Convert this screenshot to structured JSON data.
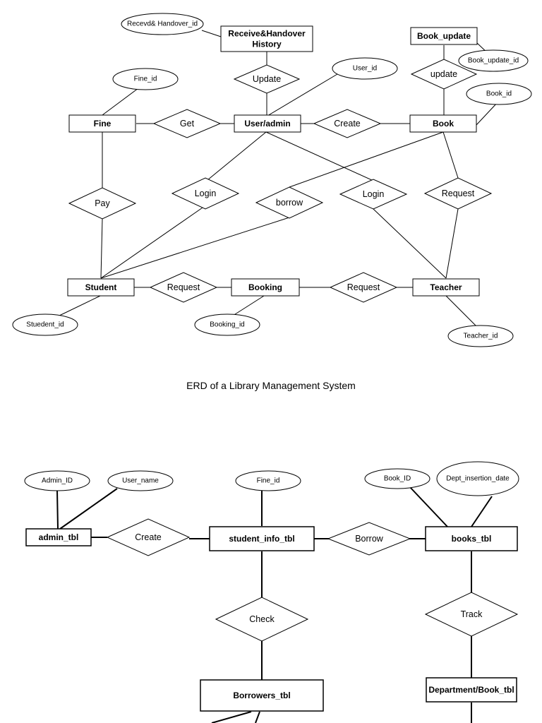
{
  "caption_1": "ERD of a  Library Management System",
  "erd1": {
    "entities": {
      "receive_handover_history": [
        "Receive&Handover",
        "History"
      ],
      "book_update": "Book_update",
      "fine": "Fine",
      "user_admin": "User/admin",
      "book": "Book",
      "student": "Student",
      "booking": "Booking",
      "teacher": "Teacher"
    },
    "relationships": {
      "update_history": "Update",
      "update_book": "update",
      "get": "Get",
      "create": "Create",
      "pay": "Pay",
      "login_student": "Login",
      "borrow": "borrow",
      "login_teacher": "Login",
      "request_book": "Request",
      "request_student_booking": "Request",
      "request_booking_teacher": "Request"
    },
    "attributes": {
      "recevd_handover_id": "Recevd& Handover_id",
      "book_update_id": "Book_update_id",
      "fine_id": "Fine_id",
      "user_id": "User_id",
      "book_id": "Book_id",
      "student_id": "Stuedent_id",
      "booking_id": "Booking_id",
      "teacher_id": "Teacher_id"
    }
  },
  "erd2": {
    "entities": {
      "admin_tbl": "admin_tbl",
      "student_info_tbl": "student_info_tbl",
      "books_tbl": "books_tbl",
      "borrowers_tbl": "Borrowers_tbl",
      "department_book_tbl": "Department/Book_tbl"
    },
    "relationships": {
      "create": "Create",
      "borrow": "Borrow",
      "check": "Check",
      "track": "Track"
    },
    "attributes": {
      "admin_id": "Admin_ID",
      "user_name": "User_name",
      "fine_id": "Fine_id",
      "book_id": "Book_ID",
      "dept_insertion_date": "Dept_insertion_date"
    }
  }
}
